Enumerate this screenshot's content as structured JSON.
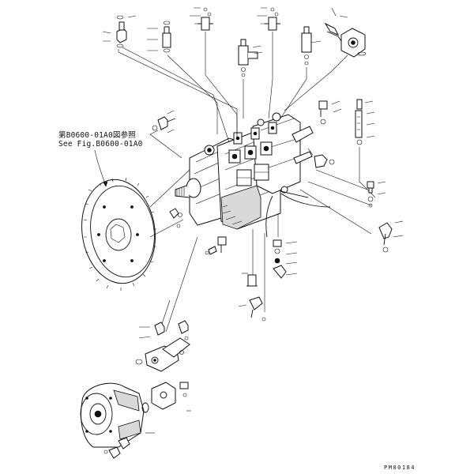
{
  "reference_note": {
    "line_ja": "第B0600-01A0図参照",
    "line_en": "See Fig.B0600-01A0"
  },
  "drawing_number": "PM00184"
}
